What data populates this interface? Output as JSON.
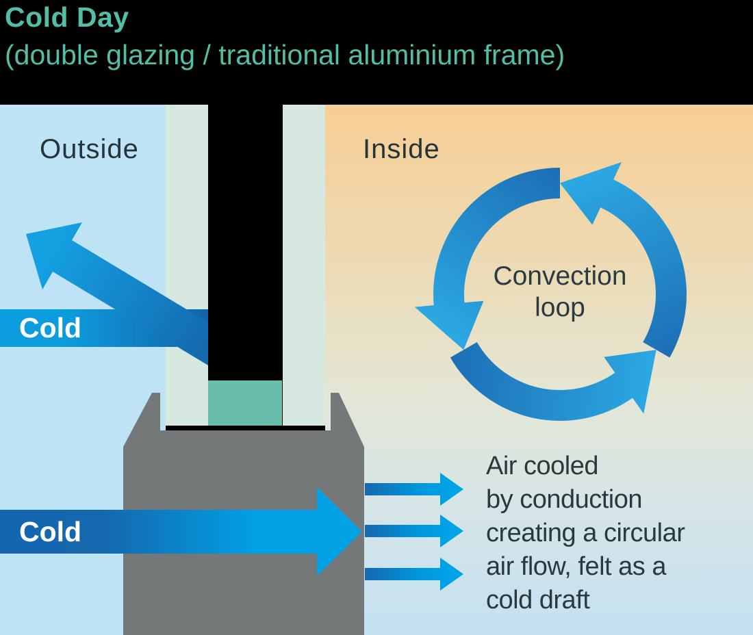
{
  "title": {
    "line1": "Cold Day",
    "line2": "(double glazing / traditional aluminium frame)"
  },
  "regions": {
    "outside_label": "Outside",
    "inside_label": "Inside"
  },
  "arrows": {
    "cold_top_label": "Cold",
    "cold_bottom_label": "Cold"
  },
  "convection": {
    "label_line1": "Convection",
    "label_line2": "loop"
  },
  "annotation": {
    "line1": "Air cooled",
    "line2": "by conduction",
    "line3": "creating a circular",
    "line4": "air flow, felt as a",
    "line5": "cold draft"
  },
  "colors": {
    "background": "#000000",
    "title_teal": "#53BEA6",
    "outside_blue": "#BEE3F5",
    "glass_pane": "#D7E8E1",
    "spacer_teal": "#68BEAA",
    "frame_gray": "#757879",
    "arrow_dark_blue": "#1465AC",
    "arrow_bright_blue": "#00A1E6",
    "convection_dark_blue": "#1D6FB5",
    "convection_bright_blue": "#2BA7E1",
    "inside_gradient_top": "#F8CE94",
    "inside_gradient_mid": "#E4E6D6",
    "inside_gradient_bottom": "#C4E1F2",
    "label_text_dark": "#25343B",
    "cold_label_white": "#FFFFFF"
  }
}
